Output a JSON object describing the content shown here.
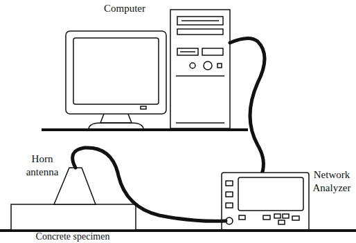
{
  "diagram": {
    "labels": [
      "Computer",
      "Horn antenna",
      "Network Analyzer",
      "Concrete specimen"
    ]
  }
}
